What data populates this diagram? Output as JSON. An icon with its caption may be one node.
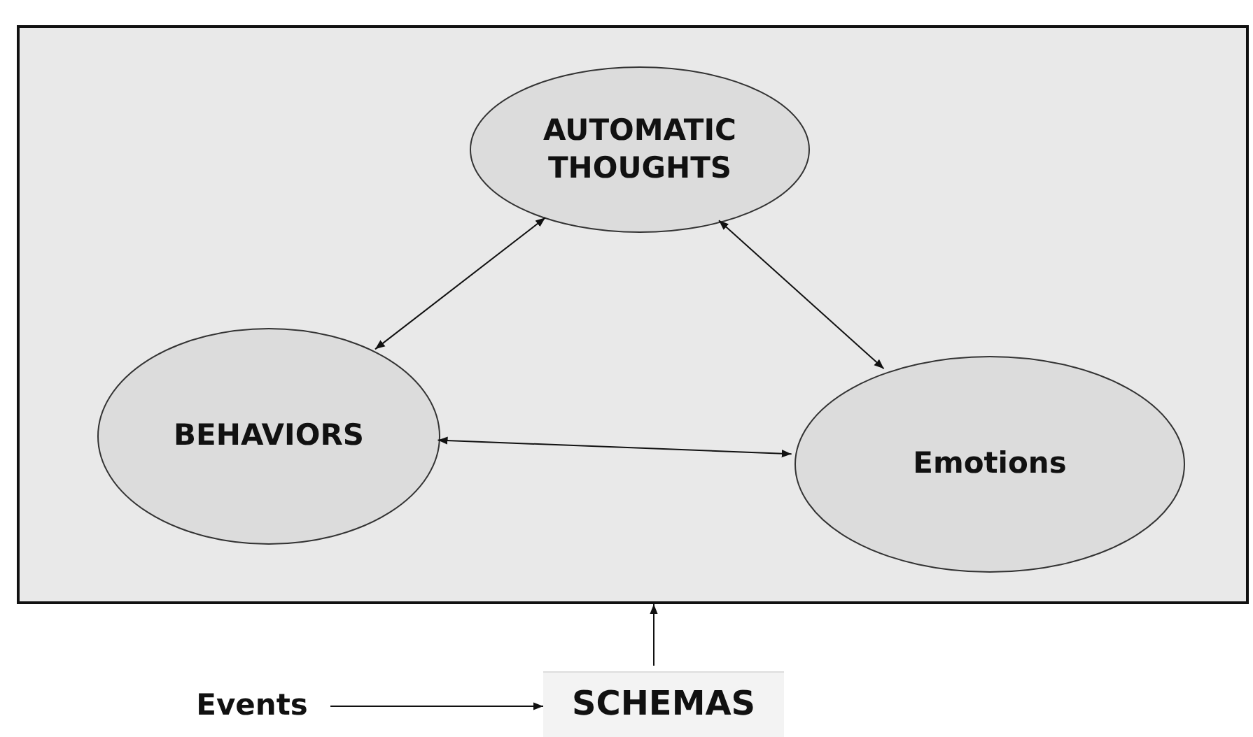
{
  "diagram": {
    "nodes": [
      {
        "text": [],
        "shape": "box"
      },
      {
        "text": [
          "AUTOMATIC THOUGHTS"
        ],
        "in": 0
      },
      {
        "text": [
          "BEHAVIORS"
        ],
        "in": 0
      },
      {
        "text": [
          "Emotions"
        ],
        "in": 0
      },
      {
        "text": [
          "Events"
        ]
      },
      {
        "text": [
          "SCHEMAS"
        ]
      }
    ],
    "edges": [
      {
        "from": 1,
        "to": 2,
        "arrow": "both"
      },
      {
        "from": 1,
        "to": 3,
        "arrow": "both"
      },
      {
        "from": 2,
        "to": 3,
        "arrow": "both"
      },
      {
        "from": 4,
        "to": 5,
        "arrow": "to"
      },
      {
        "from": 5,
        "to": 0,
        "arrow": "to"
      }
    ]
  }
}
